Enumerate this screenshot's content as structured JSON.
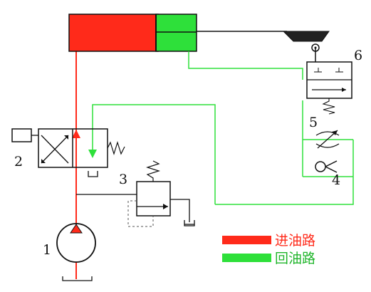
{
  "colors": {
    "supply": "#ff2a1a",
    "return": "#2ee03a",
    "line": "#111111",
    "legend_supply_text": "#ff2a1a",
    "legend_return_text": "#1fb52a"
  },
  "labels": {
    "n1": "1",
    "n2": "2",
    "n3": "3",
    "n4": "4",
    "n5": "5",
    "n6": "6"
  },
  "legend": {
    "supply_label": "进油路",
    "return_label": "回油路"
  },
  "icons": {
    "pump": "hydraulic-pump-icon",
    "valve": "directional-valve-icon",
    "relief": "relief-valve-icon",
    "check": "check-valve-icon",
    "throttle": "throttle-valve-icon",
    "travel_valve": "travel-valve-icon"
  }
}
